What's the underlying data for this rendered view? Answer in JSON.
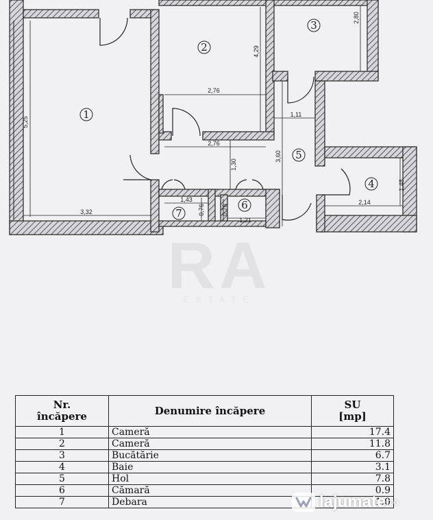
{
  "floorplan": {
    "room_labels": [
      "1",
      "2",
      "3",
      "4",
      "5",
      "6",
      "7"
    ],
    "dimensions": [
      "5,25",
      "3,32",
      "2,76",
      "4,29",
      "2,76",
      "2,80",
      "1,11",
      "3,60",
      "1,30",
      "1,43",
      "0,76",
      "0,76",
      "1,21",
      "1,48",
      "2,14"
    ]
  },
  "watermark": {
    "main": "RA",
    "sub": "ESTATE"
  },
  "table": {
    "headers": {
      "nr": "Nr.\nîncăpere",
      "name": "Denumire încăpere",
      "su": "SU\n[mp]"
    },
    "rows": [
      {
        "nr": "1",
        "name": "Cameră",
        "su": "17.4"
      },
      {
        "nr": "2",
        "name": "Cameră",
        "su": "11.8"
      },
      {
        "nr": "3",
        "name": "Bucătărie",
        "su": "6.7"
      },
      {
        "nr": "4",
        "name": "Baie",
        "su": "3.1"
      },
      {
        "nr": "5",
        "name": "Hol",
        "su": "7.8"
      },
      {
        "nr": "6",
        "name": "Cămară",
        "su": "0.9"
      },
      {
        "nr": "7",
        "name": "Debara",
        "su": "1.0"
      }
    ]
  },
  "site_logo": {
    "name": "lajumate",
    "tld": ".ro",
    "icon": "heart-hands-icon"
  }
}
